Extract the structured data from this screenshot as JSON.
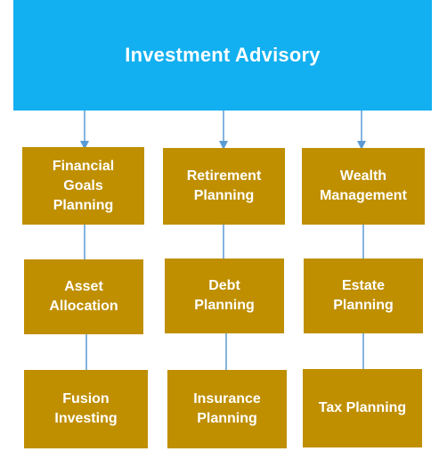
{
  "root": {
    "label": "Investment Advisory"
  },
  "columns": [
    {
      "nodes": [
        {
          "label": "Financial\nGoals\nPlanning"
        },
        {
          "label": "Asset\nAllocation"
        },
        {
          "label": "Fusion\nInvesting"
        }
      ]
    },
    {
      "nodes": [
        {
          "label": "Retirement\nPlanning"
        },
        {
          "label": "Debt\nPlanning"
        },
        {
          "label": "Insurance\nPlanning"
        }
      ]
    },
    {
      "nodes": [
        {
          "label": "Wealth\nManagement"
        },
        {
          "label": "Estate\nPlanning"
        },
        {
          "label": "Tax Planning"
        }
      ]
    }
  ],
  "colors": {
    "root_fill": "#12b0f0",
    "node_fill": "#bf8f00",
    "connector": "#5b9bd5",
    "text": "#ffffff"
  }
}
